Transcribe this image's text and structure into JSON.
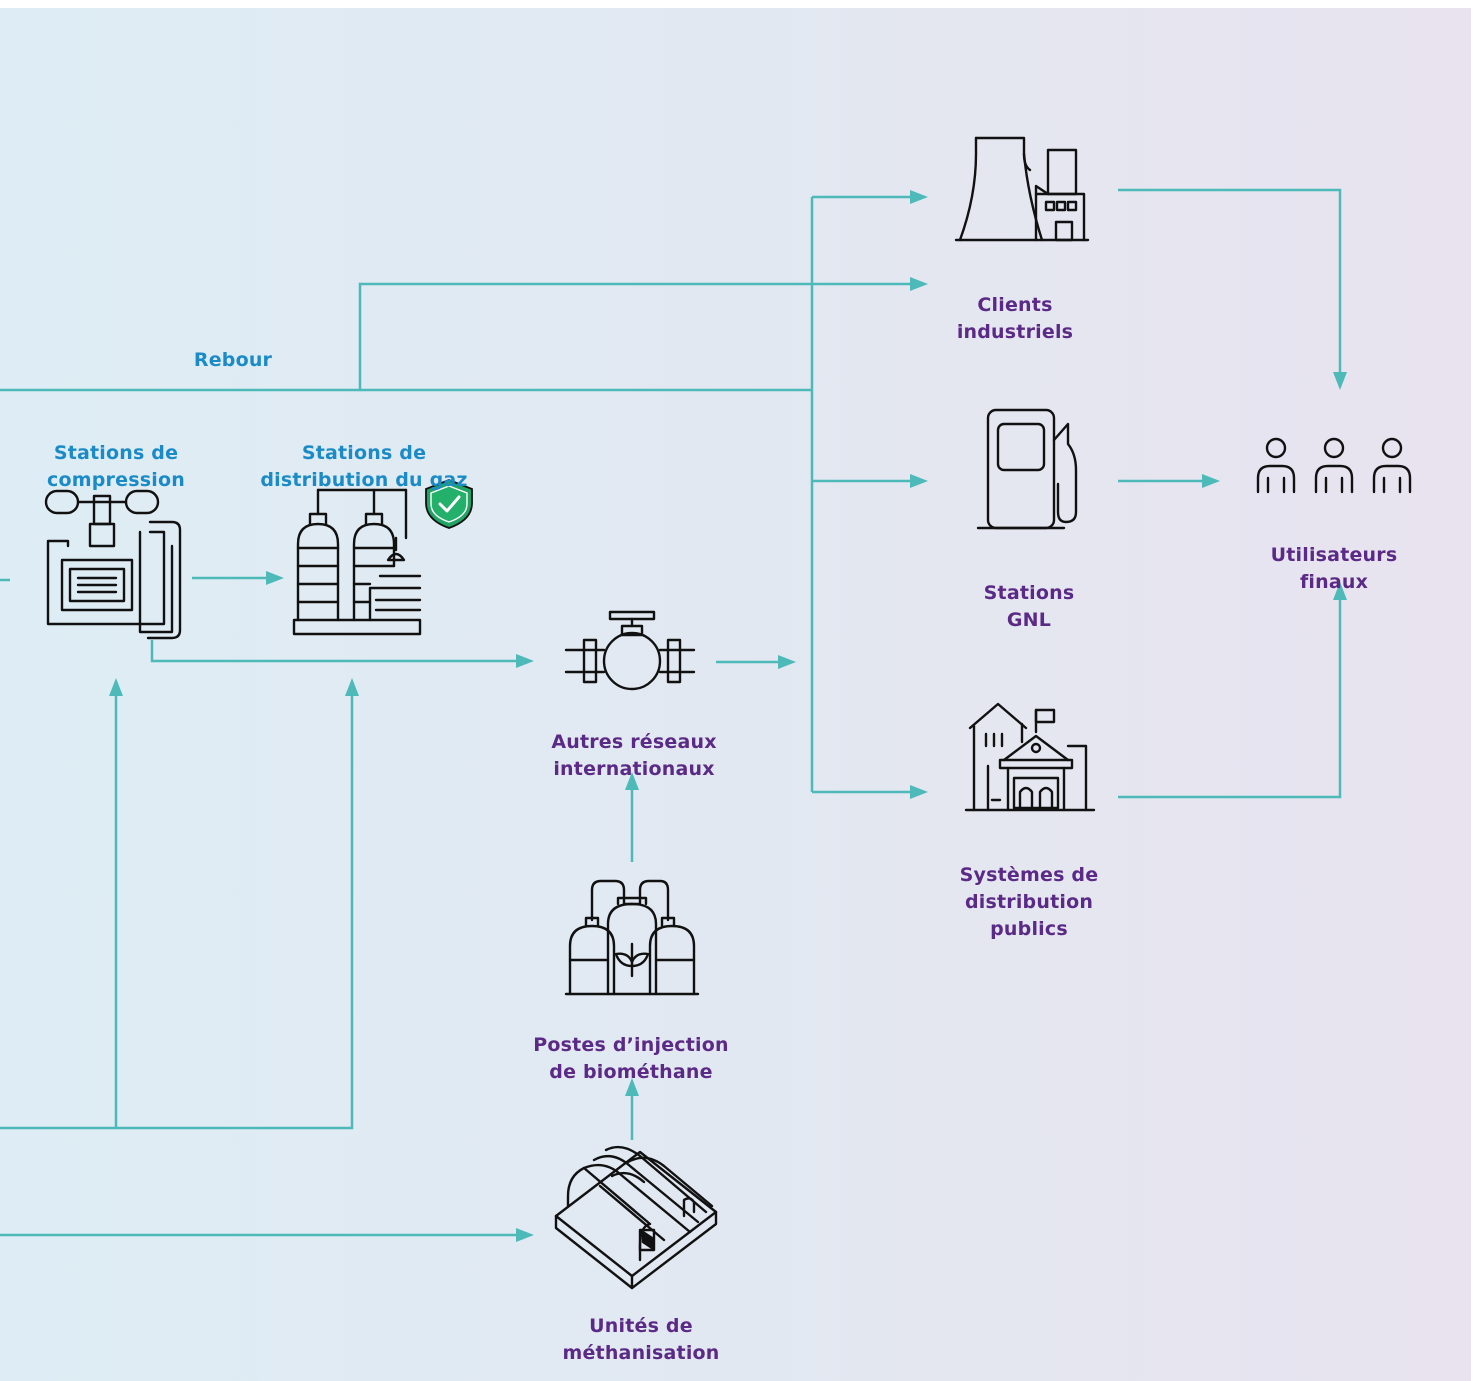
{
  "nodes": {
    "rebour": "Rebour",
    "stations_compression": "Stations de\ncompression",
    "stations_distribution": "Stations de\ndistribution du gaz",
    "autres_reseaux": "Autres réseaux\ninternationaux",
    "postes_injection": "Postes d’injection\nde biométhane",
    "unites_methanisation": "Unités de\nméthanisation",
    "clients_industriels": "Clients\nindustriels",
    "stations_gnl": "Stations\nGNL",
    "systemes_distribution": "Systèmes de\ndistribution\npublics",
    "utilisateurs_finaux": "Utilisateurs\nfinaux"
  },
  "icons": {
    "compressor": "compressor-station-icon",
    "distribution": "gas-distribution-station-icon",
    "badge": "shield-check-icon",
    "valve": "pipeline-valve-icon",
    "biomethane": "biomethane-injection-icon",
    "methanisation": "methanisation-unit-icon",
    "factory": "factory-icon",
    "pump": "lng-fuel-pump-icon",
    "townhall": "public-building-icon",
    "users": "end-users-icon"
  },
  "colors": {
    "connector": "#4dbab9",
    "blue_label": "#1b8bc7",
    "purple_label": "#5b2a86",
    "badge": "#1fa463"
  }
}
